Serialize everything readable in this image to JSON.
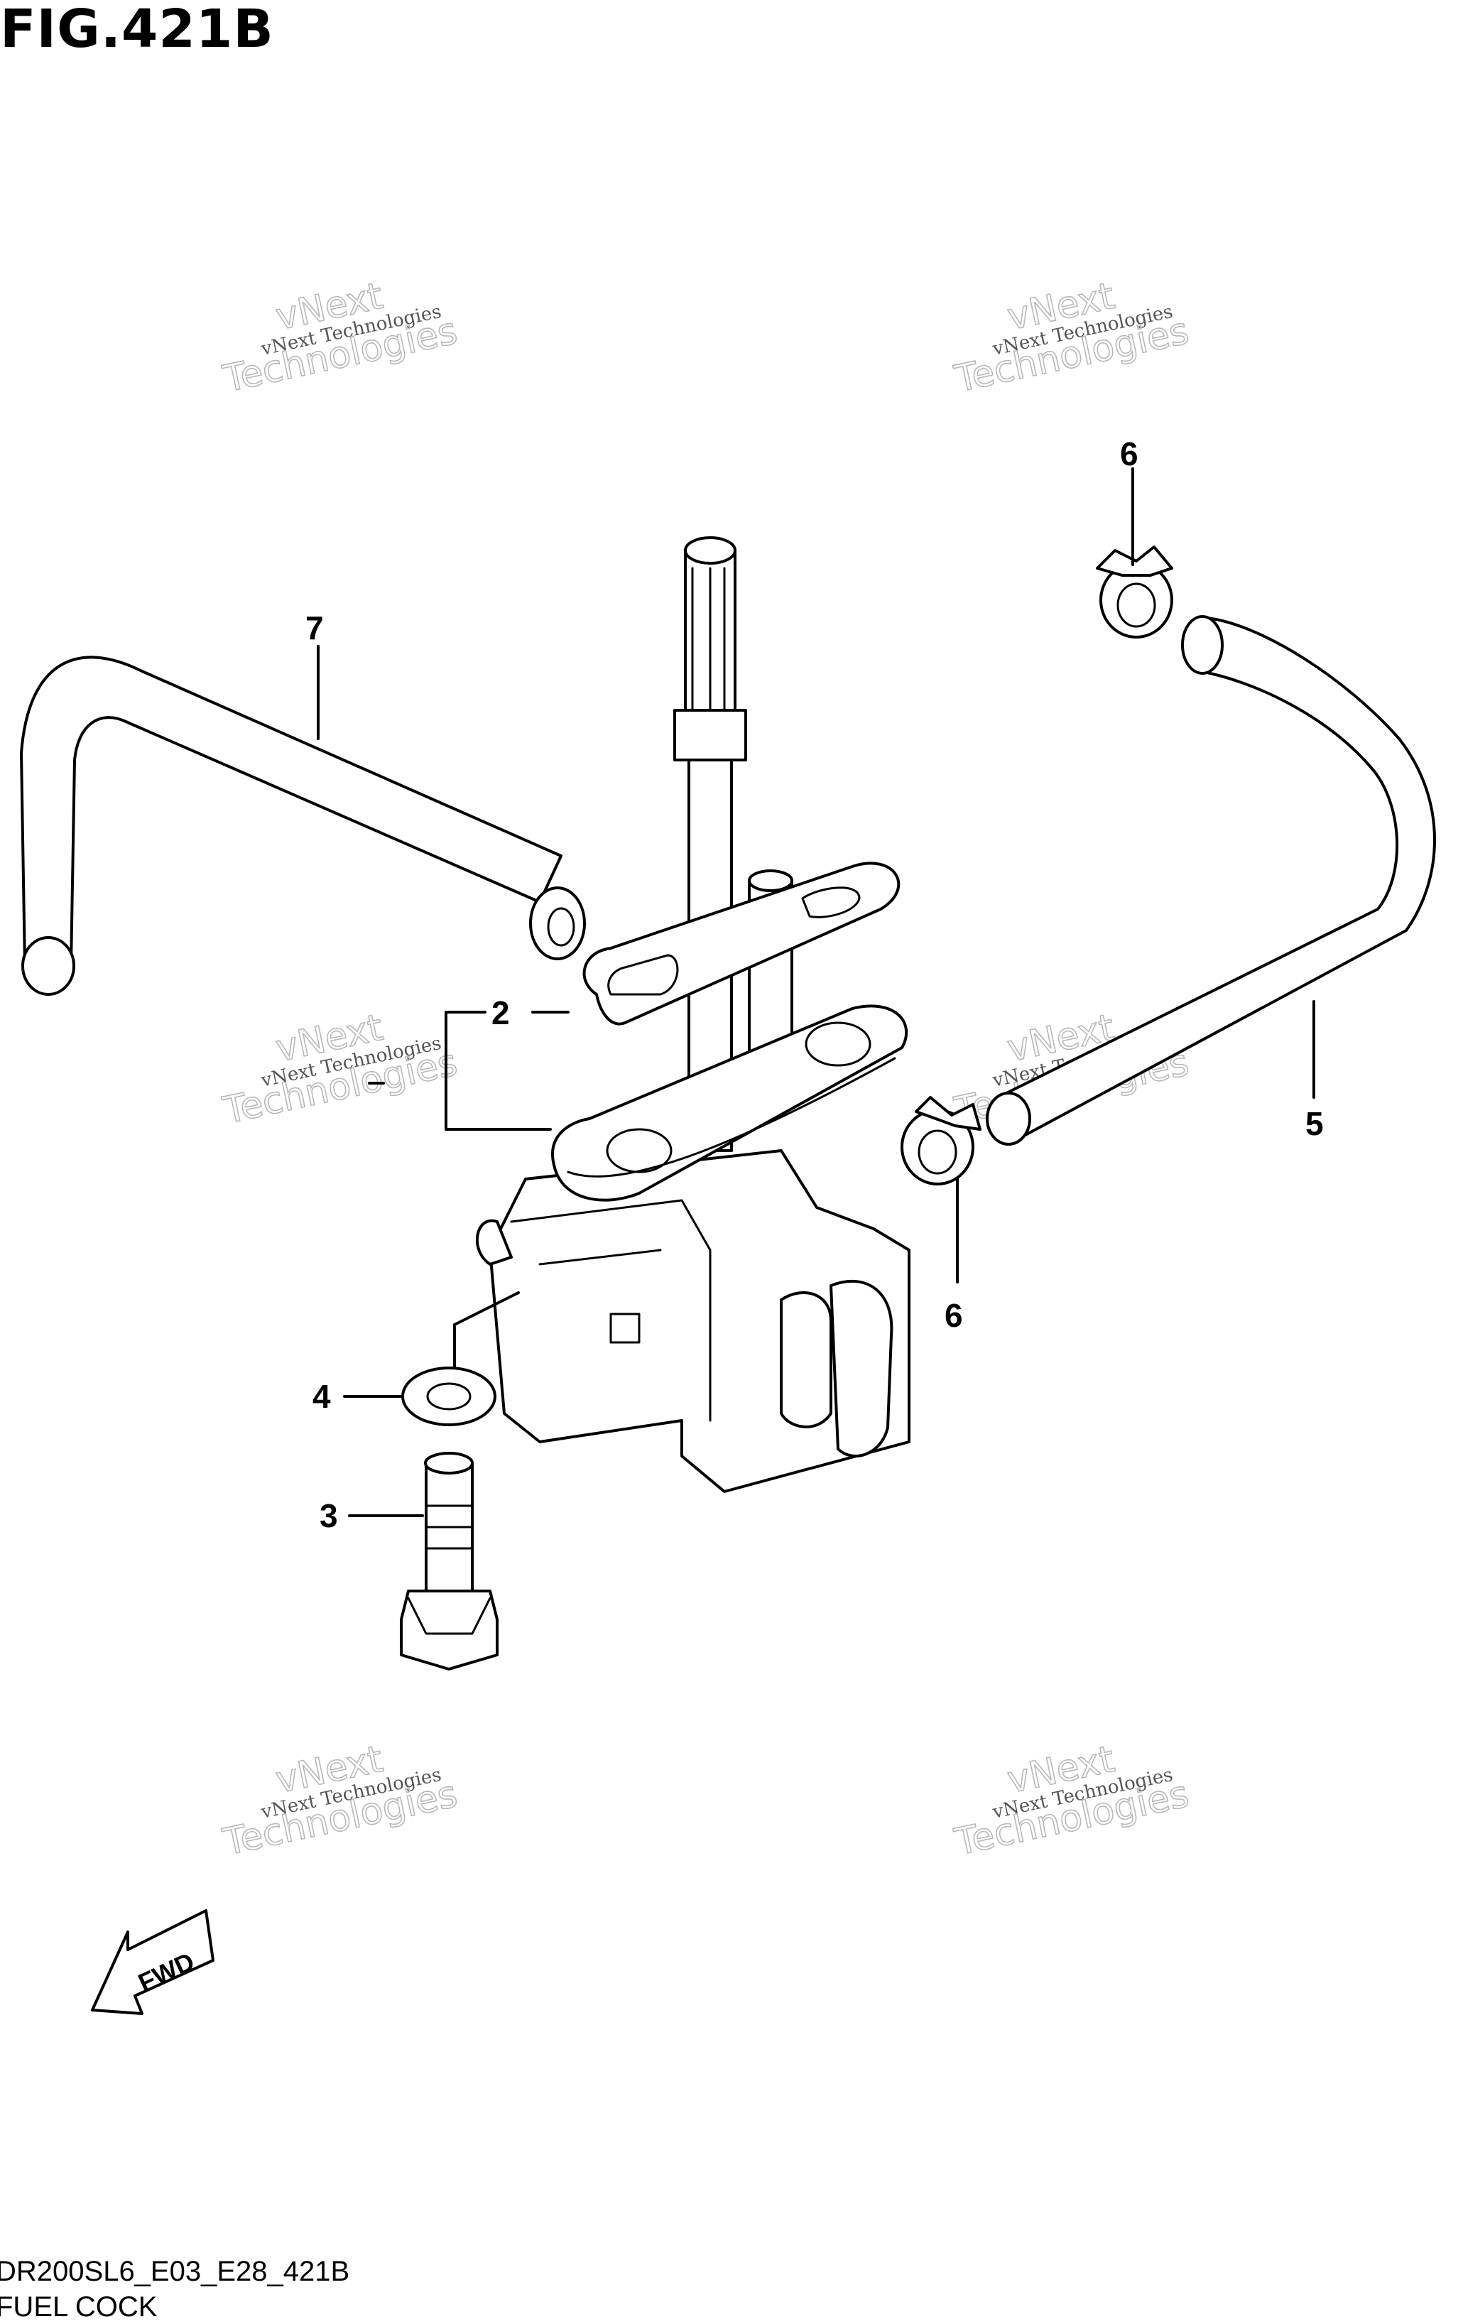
{
  "figure": {
    "title": "FIG.421B",
    "code": "DR200SL6_E03_E28_421B",
    "name": "FUEL COCK"
  },
  "callouts": [
    {
      "id": "c2",
      "label": "2"
    },
    {
      "id": "c3",
      "label": "3"
    },
    {
      "id": "c4",
      "label": "4"
    },
    {
      "id": "c5",
      "label": "5"
    },
    {
      "id": "c6a",
      "label": "6"
    },
    {
      "id": "c6b",
      "label": "6"
    },
    {
      "id": "c7",
      "label": "7"
    }
  ],
  "watermark": {
    "line1": "vNext Technologies",
    "line2a": "vNext",
    "line2b": "Technologies"
  },
  "fwd_label": "FWD"
}
